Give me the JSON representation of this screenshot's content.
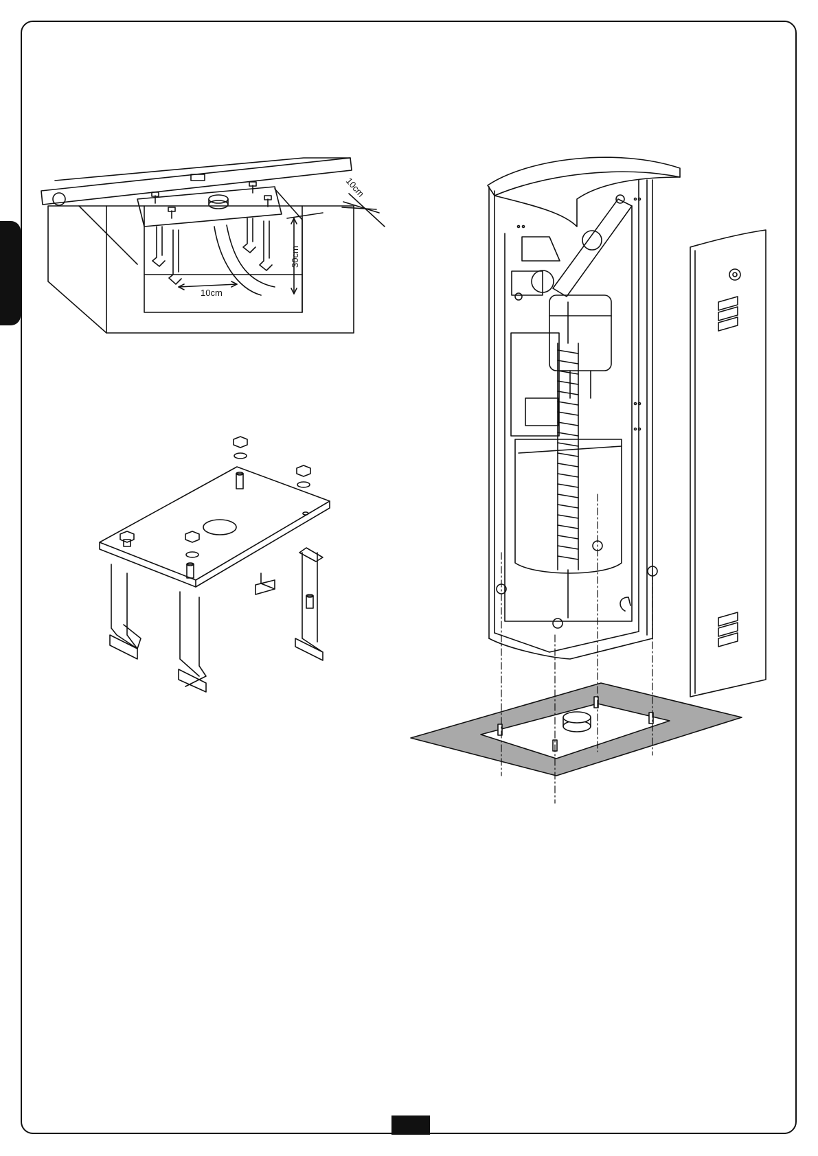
{
  "colors": {
    "ink": "#111111",
    "ground": "#a9a9a9",
    "paper": "#ffffff"
  },
  "figure_foundation": {
    "dimensions": {
      "top_gap": "10cm",
      "bottom_gap": "10cm",
      "depth": "30cm"
    }
  },
  "icons": {
    "side_tab": "language-tab",
    "page_number": "page-number-box"
  }
}
